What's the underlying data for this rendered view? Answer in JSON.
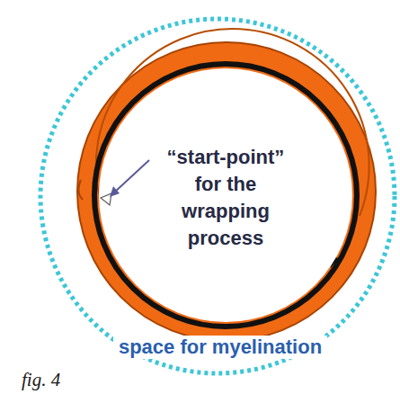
{
  "diagram": {
    "caption": "fig. 4",
    "nodes": [
      {
        "text": [
          "space for myelination"
        ]
      },
      {
        "text": [
          "“start-point” for the wrapping process"
        ],
        "in": 0
      }
    ]
  }
}
